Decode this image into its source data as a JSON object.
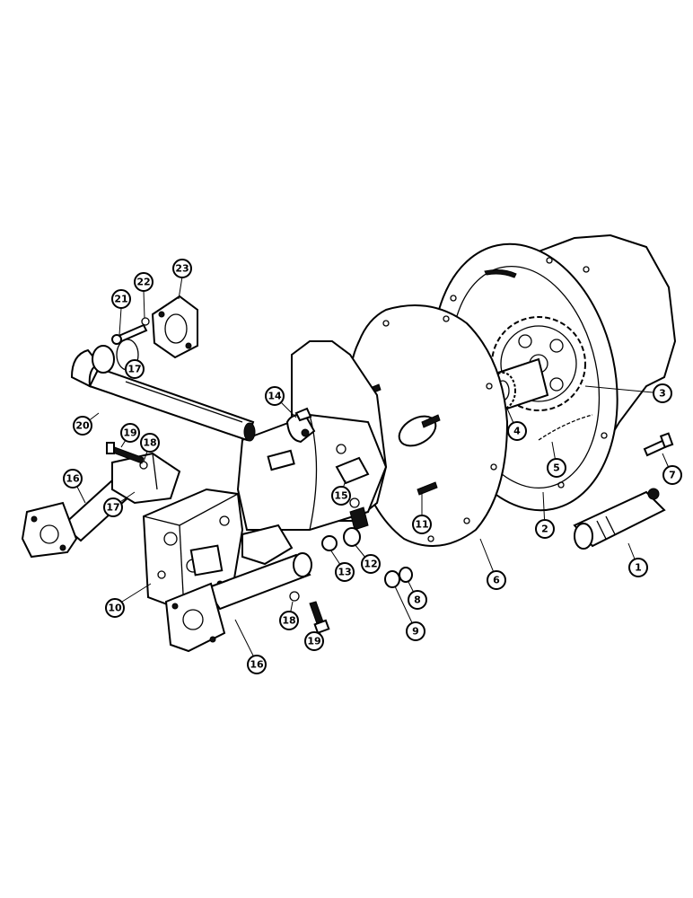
{
  "diagram": {
    "callouts": [
      {
        "id": "c1",
        "label": "1"
      },
      {
        "id": "c2",
        "label": "2"
      },
      {
        "id": "c3",
        "label": "3"
      },
      {
        "id": "c4",
        "label": "4"
      },
      {
        "id": "c5",
        "label": "5"
      },
      {
        "id": "c6",
        "label": "6"
      },
      {
        "id": "c7",
        "label": "7"
      },
      {
        "id": "c8",
        "label": "8"
      },
      {
        "id": "c9",
        "label": "9"
      },
      {
        "id": "c10",
        "label": "10"
      },
      {
        "id": "c11",
        "label": "11"
      },
      {
        "id": "c12",
        "label": "12"
      },
      {
        "id": "c13",
        "label": "13"
      },
      {
        "id": "c14",
        "label": "14"
      },
      {
        "id": "c15",
        "label": "15"
      },
      {
        "id": "c16a",
        "label": "16"
      },
      {
        "id": "c16b",
        "label": "16"
      },
      {
        "id": "c17a",
        "label": "17"
      },
      {
        "id": "c17b",
        "label": "17"
      },
      {
        "id": "c18a",
        "label": "18"
      },
      {
        "id": "c18b",
        "label": "18"
      },
      {
        "id": "c19a",
        "label": "19"
      },
      {
        "id": "c19b",
        "label": "19"
      },
      {
        "id": "c20",
        "label": "20"
      },
      {
        "id": "c21",
        "label": "21"
      },
      {
        "id": "c22",
        "label": "22"
      },
      {
        "id": "c23",
        "label": "23"
      }
    ]
  }
}
